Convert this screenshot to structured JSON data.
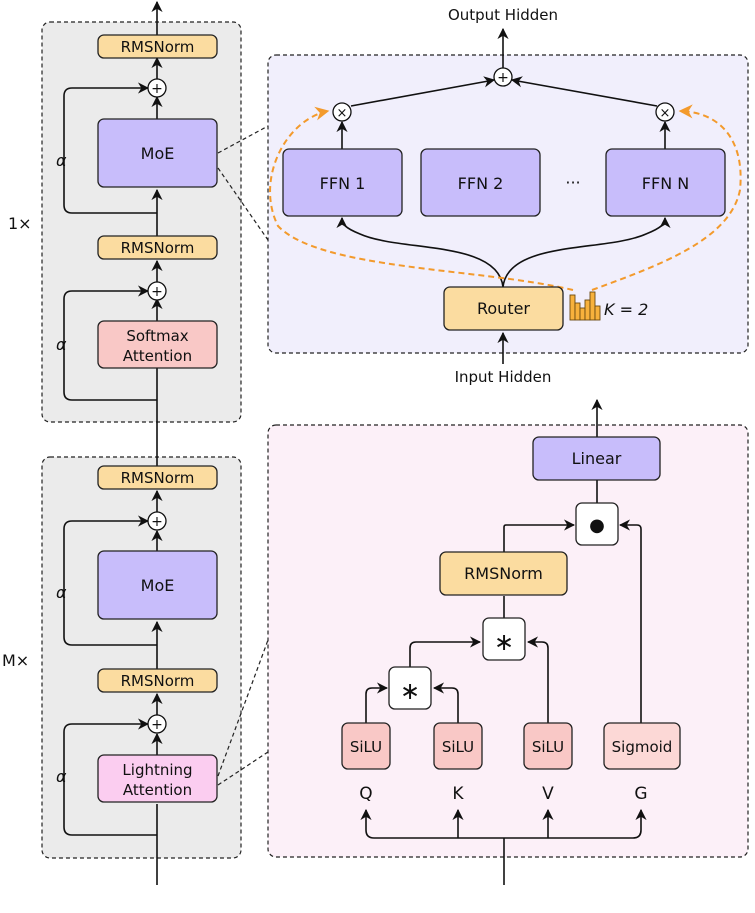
{
  "left_stack_top": {
    "repeat_label": "1×",
    "norm_top": "RMSNorm",
    "moe": "MoE",
    "alpha_top": "α",
    "norm_mid": "RMSNorm",
    "attention_line1": "Softmax",
    "attention_line2": "Attention",
    "alpha_bottom": "α"
  },
  "left_stack_bottom": {
    "repeat_label": "M×",
    "norm_top": "RMSNorm",
    "moe": "MoE",
    "alpha_top": "α",
    "norm_mid": "RMSNorm",
    "attention_line1": "Lightning",
    "attention_line2": "Attention",
    "alpha_bottom": "α"
  },
  "moe_detail": {
    "output_label": "Output Hidden",
    "input_label": "Input Hidden",
    "experts": [
      "FFN 1",
      "FFN 2",
      "···",
      "FFN N"
    ],
    "router": "Router",
    "topk": "K = 2"
  },
  "lightning_detail": {
    "linear": "Linear",
    "rmsnorm": "RMSNorm",
    "gate_op": "●",
    "mul_op": "∗",
    "activations": [
      "SiLU",
      "SiLU",
      "SiLU",
      "Sigmoid"
    ],
    "inputs": [
      "Q",
      "K",
      "V",
      "G"
    ]
  },
  "colors": {
    "purple_block": "#c8bdfb",
    "orange_block": "#fbdca0",
    "red_block": "#f9c8c6",
    "pink_block": "#fbcdf0",
    "gray_panel": "#ebebeb",
    "moe_panel": "#f1effc",
    "lightning_panel": "#fcf0f8",
    "router_arrow": "#f39a2c"
  }
}
